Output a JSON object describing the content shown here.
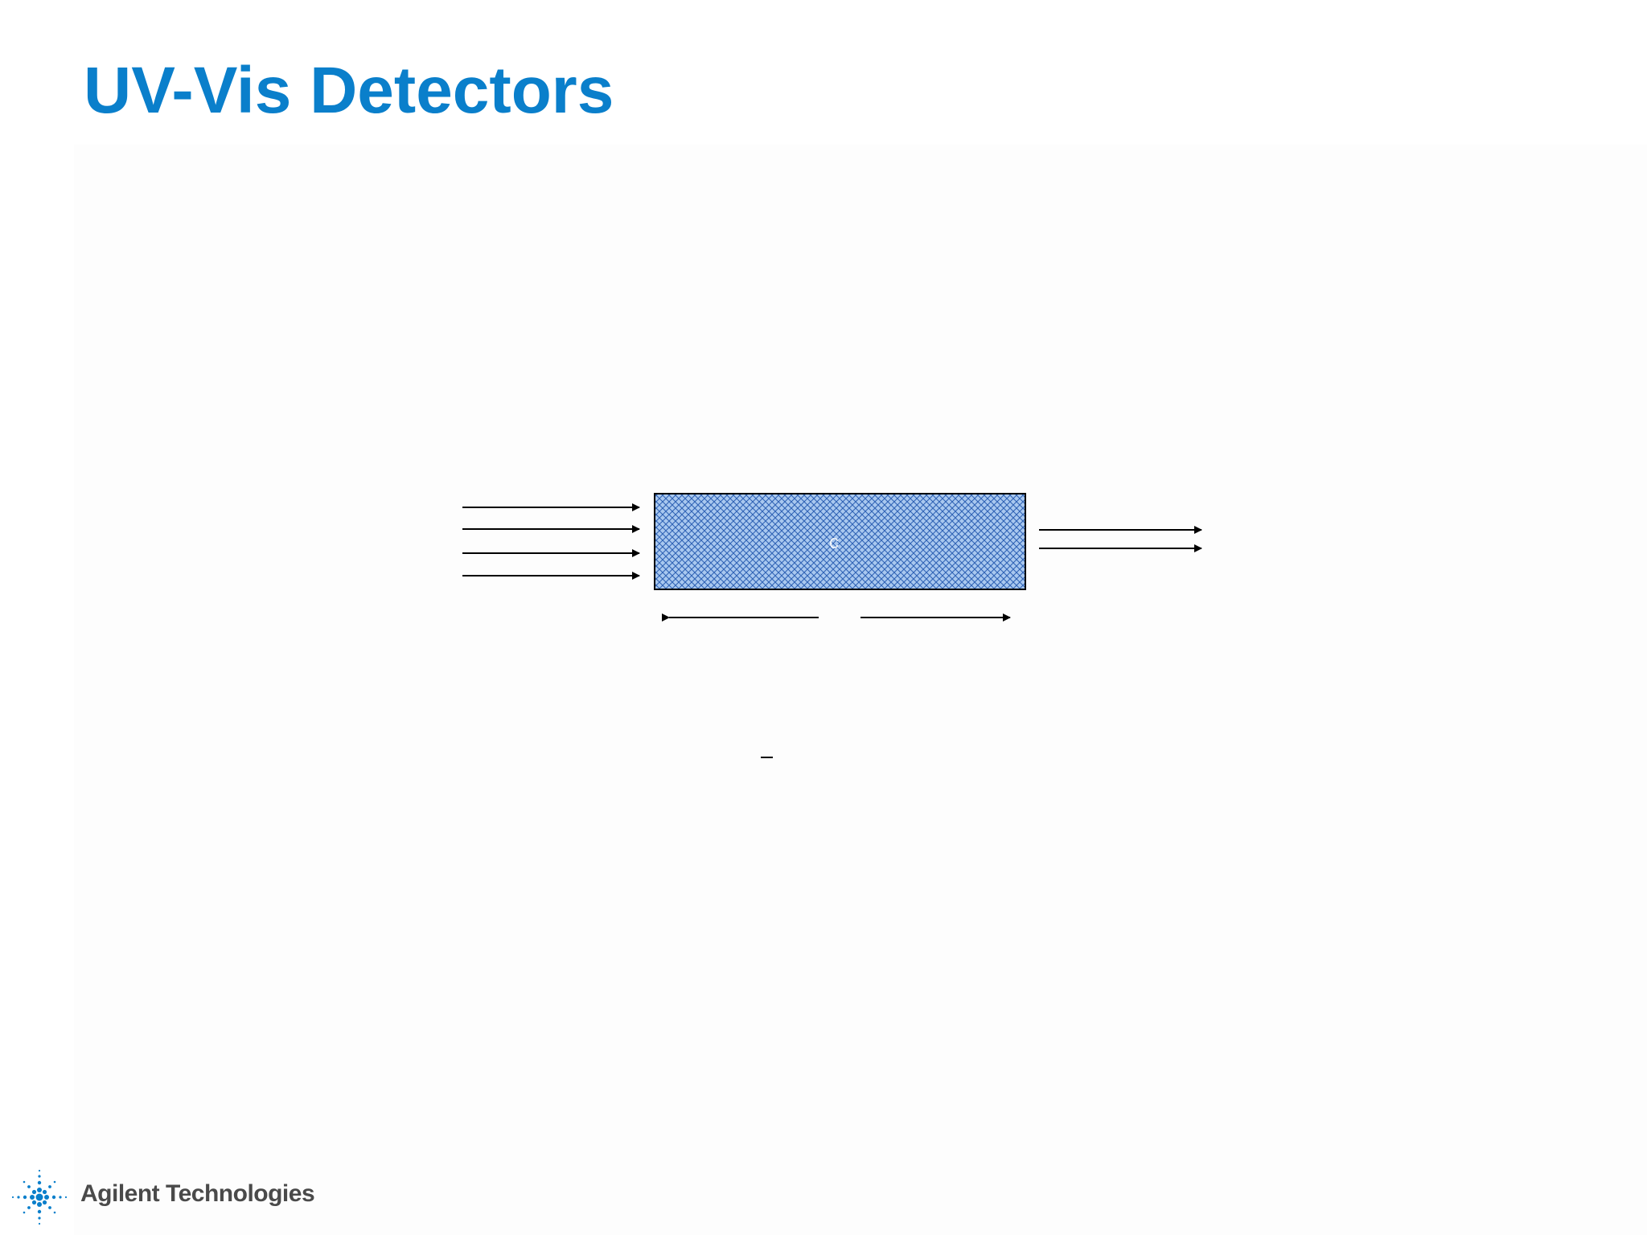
{
  "slide": {
    "title": "UV-Vis Detectors"
  },
  "diagram": {
    "incident_beams": 4,
    "transmitted_beams": 2,
    "cell_fill_color": "#a9c8ef",
    "cell_pattern_color": "#2f63b5",
    "cell_label": "c",
    "path_length_marker": "–"
  },
  "logo": {
    "icon": "agilent-spark-icon",
    "text": "Agilent Technologies",
    "color": "#0a7fcb"
  }
}
